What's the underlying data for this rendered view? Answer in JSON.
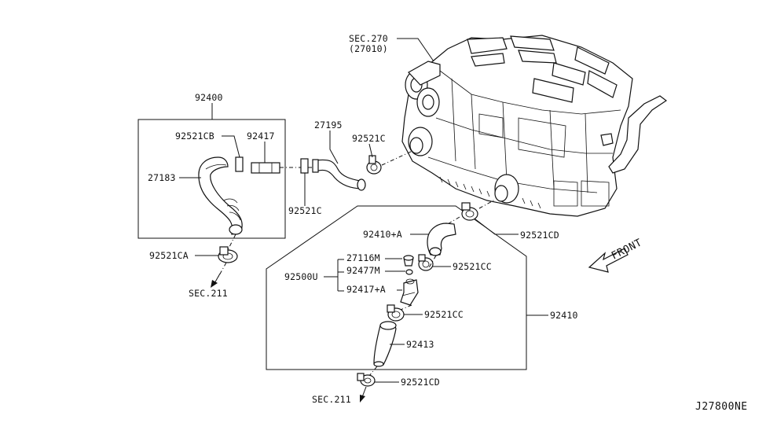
{
  "heater_unit": {
    "sec_label": "SEC.270",
    "sec_part": "(27010)"
  },
  "callouts": {
    "assy_92400": "92400",
    "clamp_92521CB": "92521CB",
    "connector_92417": "92417",
    "hose_27183": "27183",
    "hose_27195": "27195",
    "clamp_92521C_a": "92521C",
    "clamp_92521C_b": "92521C",
    "clamp_92521CA": "92521CA",
    "hose_92410A": "92410+A",
    "clamp_92521CD_top": "92521CD",
    "cap_27116M": "27116M",
    "oring_92477M": "92477M",
    "group_92500U": "92500U",
    "clamp_92521CC_top": "92521CC",
    "conn_92417A": "92417+A",
    "clamp_92521CC_bottom": "92521CC",
    "assy_92410": "92410",
    "hose_92413": "92413",
    "clamp_92521CD_bottom": "92521CD"
  },
  "sections": {
    "left": "SEC.211",
    "bottom": "SEC.211"
  },
  "front_label": "FRONT",
  "diagram_code": "J27800NE"
}
